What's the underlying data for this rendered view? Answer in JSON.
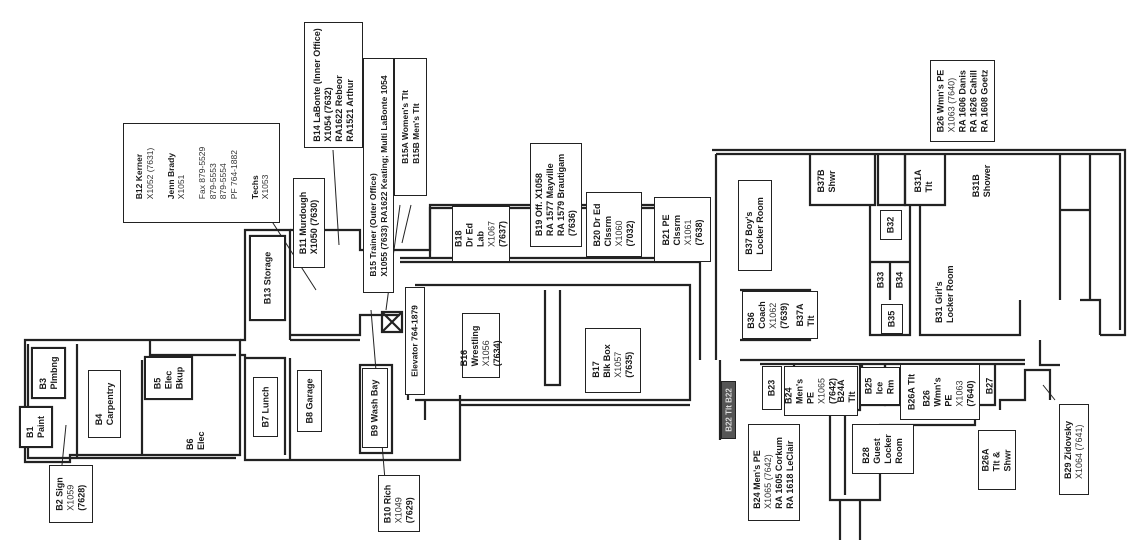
{
  "title": "Basement Floor Plan",
  "rooms": {
    "b1": [
      "B1",
      "Paint"
    ],
    "b2": [
      "B2 Sign",
      "X1059",
      "(7628)"
    ],
    "b3": [
      "B3",
      "Plmbng"
    ],
    "b4": [
      "B4",
      "Carpentry"
    ],
    "b5": [
      "B5",
      "Elec",
      "Bkup"
    ],
    "b6": [
      "B6",
      "Elec"
    ],
    "b7": [
      "B7 Lunch"
    ],
    "b8": [
      "B8 Garage"
    ],
    "b9": [
      "B9 Wash Bay"
    ],
    "b10": [
      "B10 Rich",
      "X1049",
      "(7629)"
    ],
    "b11": [
      "B11 Murdough",
      "X1050 (7630)"
    ],
    "b12": [
      "B12 Kerner",
      "X1052 (7631)",
      "",
      "Jenn Brady",
      "X1051",
      "",
      "Fax 879-5529",
      "879-5553",
      "879-5554",
      "PF 764-1882",
      "",
      "Techs",
      "X1053"
    ],
    "b13": [
      "B13 Storage"
    ],
    "b14": [
      "B14 LaBonte (Inner Office)",
      "X1054 (7632)",
      "RA1622 Rebeor",
      "RA1521 Arthur"
    ],
    "b15": [
      "B15 Trainer (Outer Office)",
      "X1055 (7633) RA1622 Keating; Multi LaBonte 1054"
    ],
    "b15ab": [
      "B15A Women's Tlt",
      "B15B Men's Tlt"
    ],
    "elevator": [
      "Elevator 764-1879"
    ],
    "b16": [
      "B16",
      "Wrestling",
      "X1056",
      "(7634)"
    ],
    "b17": [
      "B17",
      "Blk Box",
      "X1057",
      "(7635)"
    ],
    "b18": [
      "B18",
      "Dr Ed",
      "Lab",
      "X1067",
      "(7637)"
    ],
    "b19": [
      "B19 Off. X1058",
      "RA 1577 Mayville",
      "RA 1579 Brautigam",
      "(7636)"
    ],
    "b20": [
      "B20 Dr Ed",
      "Clssrm",
      "X1060",
      "(7032)"
    ],
    "b21": [
      "B21 PE",
      "Clssrm",
      "X1061",
      "(7638)"
    ],
    "b22": [
      "B22 Tlt B22"
    ],
    "b23": [
      "B23"
    ],
    "b24": [
      "B24",
      "Men's",
      "PE",
      "X1065",
      "(7642)"
    ],
    "b24a": [
      "B24A",
      "Tlt"
    ],
    "b24note": [
      "B24 Men's PE",
      "X1065 (7642)",
      "RA 1605 Corkum",
      "RA 1618 LeClair"
    ],
    "b25": [
      "B25",
      "Ice",
      "Rm"
    ],
    "b26a_tlt": [
      "B26A Tlt"
    ],
    "b26": [
      "B26",
      "Wmn's",
      "PE",
      "X1063",
      "(7640)"
    ],
    "b26note": [
      "B26 Wmn's PE",
      "X1063 (7640)",
      "RA 1606 Danis",
      "RA 1626 Cahill",
      "RA 1608 Goetz"
    ],
    "b26a": [
      "B26A",
      "Tlt &",
      "Shwr"
    ],
    "b27": [
      "B27"
    ],
    "b28": [
      "B28",
      "Guest",
      "Locker",
      "Room"
    ],
    "b29": [
      "B29 Zidovsky",
      "X1064 (7641)"
    ],
    "b31": [
      "B31 Girl's",
      "Locker Room"
    ],
    "b31a": [
      "B31A",
      "Tlt"
    ],
    "b31b": [
      "B31B",
      "Shower"
    ],
    "b32": [
      "B32"
    ],
    "b33": [
      "B33"
    ],
    "b34": [
      "B34"
    ],
    "b35": [
      "B35"
    ],
    "b36": [
      "B36",
      "Coach",
      "X1062",
      "(7639)"
    ],
    "b37": [
      "B37 Boy's",
      "Locker Room"
    ],
    "b37a": [
      "B37A",
      "Tlt"
    ],
    "b37b": [
      "B37B",
      "Shwr"
    ]
  }
}
